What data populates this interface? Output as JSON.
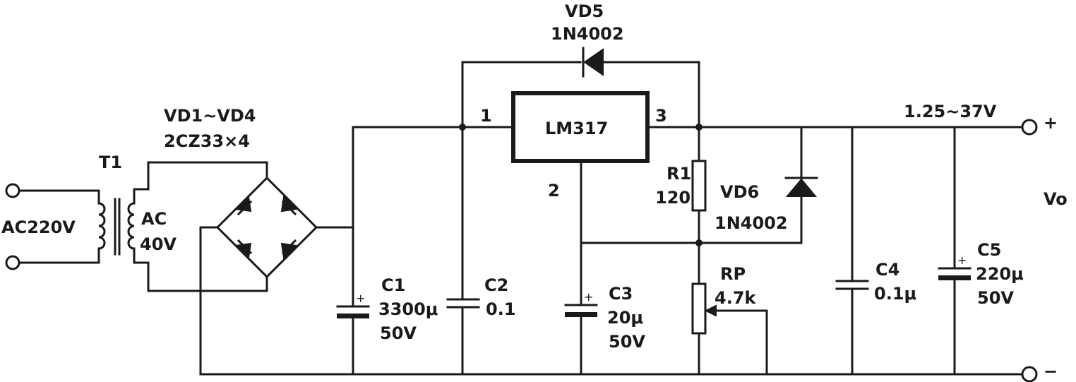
{
  "input": {
    "label": "AC220V"
  },
  "transformer": {
    "ref": "T1",
    "secondary_line1": "AC",
    "secondary_line2": "40V"
  },
  "bridge": {
    "ref": "VD1~VD4",
    "part": "2CZ33×4"
  },
  "c1": {
    "ref": "C1",
    "value": "3300μ",
    "voltage": "50V"
  },
  "c2": {
    "ref": "C2",
    "value": "0.1"
  },
  "regulator": {
    "name": "LM317",
    "pin1": "1",
    "pin2": "2",
    "pin3": "3"
  },
  "vd5": {
    "ref": "VD5",
    "part": "1N4002"
  },
  "c3": {
    "ref": "C3",
    "value": "20μ",
    "voltage": "50V"
  },
  "r1": {
    "ref": "R1",
    "value": "120"
  },
  "rp": {
    "ref": "RP",
    "value": "4.7k"
  },
  "vd6": {
    "ref": "VD6",
    "part": "1N4002"
  },
  "c4": {
    "ref": "C4",
    "value": "0.1μ"
  },
  "c5": {
    "ref": "C5",
    "value": "220μ",
    "voltage": "50V"
  },
  "output": {
    "range": "1.25~37V",
    "plus": "+",
    "minus": "−",
    "label": "Vo"
  },
  "polarity_mark": "+"
}
